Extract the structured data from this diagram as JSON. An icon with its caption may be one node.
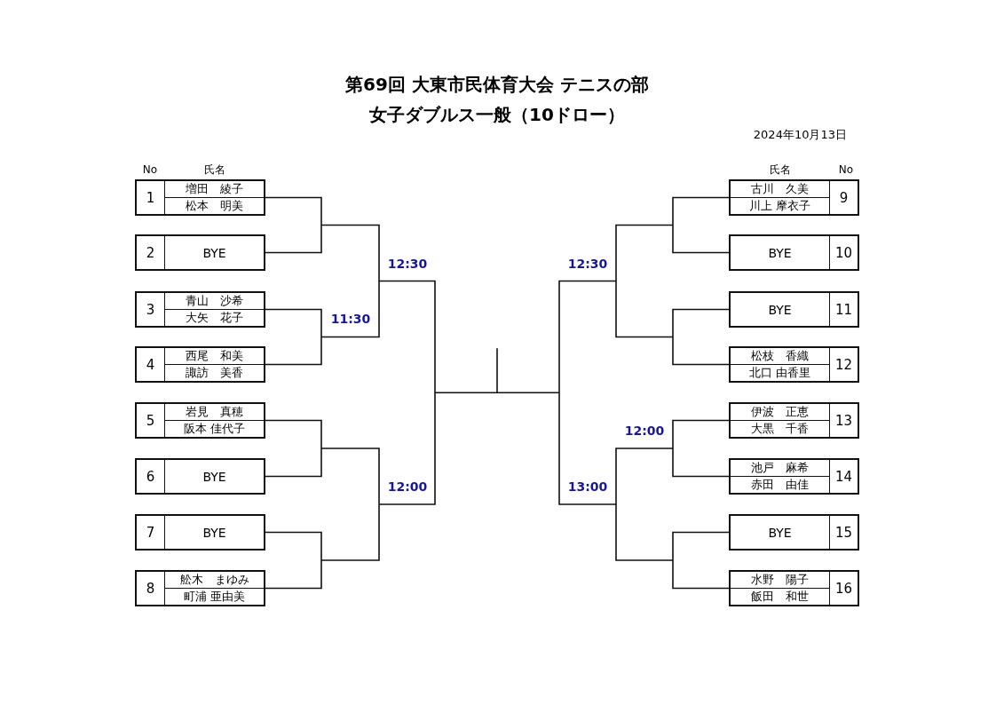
{
  "diagram": {
    "title": "第69回 大東市民体育大会 テニスの部",
    "nodes": [
      {
        "text": [
          "1",
          "増田　綾子",
          "松本　明美"
        ]
      },
      {
        "text": [
          "2",
          "BYE"
        ]
      },
      {
        "text": [
          "3",
          "青山　沙希",
          "大矢　花子"
        ]
      },
      {
        "text": [
          "4",
          "西尾　和美",
          "諏訪　美香"
        ]
      },
      {
        "text": [
          "5",
          "岩見　真穂",
          "阪本 佳代子"
        ]
      },
      {
        "text": [
          "6",
          "BYE"
        ]
      },
      {
        "text": [
          "7",
          "BYE"
        ]
      },
      {
        "text": [
          "8",
          "舩木　まゆみ",
          "町浦 亜由美"
        ]
      },
      {
        "text": [
          "古川　久美",
          "川上 摩衣子",
          "9"
        ]
      },
      {
        "text": [
          "BYE",
          "10"
        ]
      },
      {
        "text": [
          "BYE",
          "11"
        ]
      },
      {
        "text": [
          "松枝　香織",
          "北口 由香里",
          "12"
        ]
      },
      {
        "text": [
          "伊波　正恵",
          "大黒　千香",
          "13"
        ]
      },
      {
        "text": [
          "池戸　麻希",
          "赤田　由佳",
          "14"
        ]
      },
      {
        "text": [
          "BYE",
          "15"
        ]
      },
      {
        "text": [
          "水野　陽子",
          "飯田　和世",
          "16"
        ]
      }
    ],
    "edges": [
      {
        "from": 0,
        "to": 1,
        "arrow": "none"
      },
      {
        "from": 2,
        "to": 3,
        "arrow": "none"
      },
      {
        "from": 4,
        "to": 5,
        "arrow": "none"
      },
      {
        "from": 6,
        "to": 7,
        "arrow": "none"
      },
      {
        "from": 8,
        "to": 9,
        "arrow": "none"
      },
      {
        "from": 10,
        "to": 11,
        "arrow": "none"
      },
      {
        "from": 12,
        "to": 13,
        "arrow": "none"
      },
      {
        "from": 14,
        "to": 15,
        "arrow": "none"
      }
    ],
    "labels": [
      "女子ダブルス一般（10ドロー）",
      "2024年10月13日",
      "No",
      "氏名",
      "氏名",
      "No",
      "12:30",
      "12:30",
      "11:30",
      "12:00",
      "12:00",
      "13:00"
    ]
  }
}
